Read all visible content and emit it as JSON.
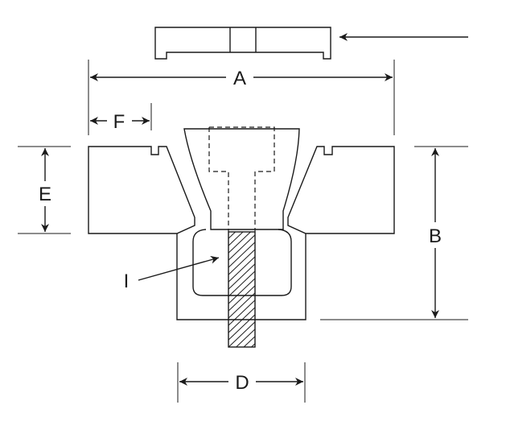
{
  "labels": {
    "a": "A",
    "b": "B",
    "d": "D",
    "e": "E",
    "f": "F",
    "i": "I"
  },
  "colors": {
    "line": "#1a1a1a",
    "background": "#ffffff"
  }
}
